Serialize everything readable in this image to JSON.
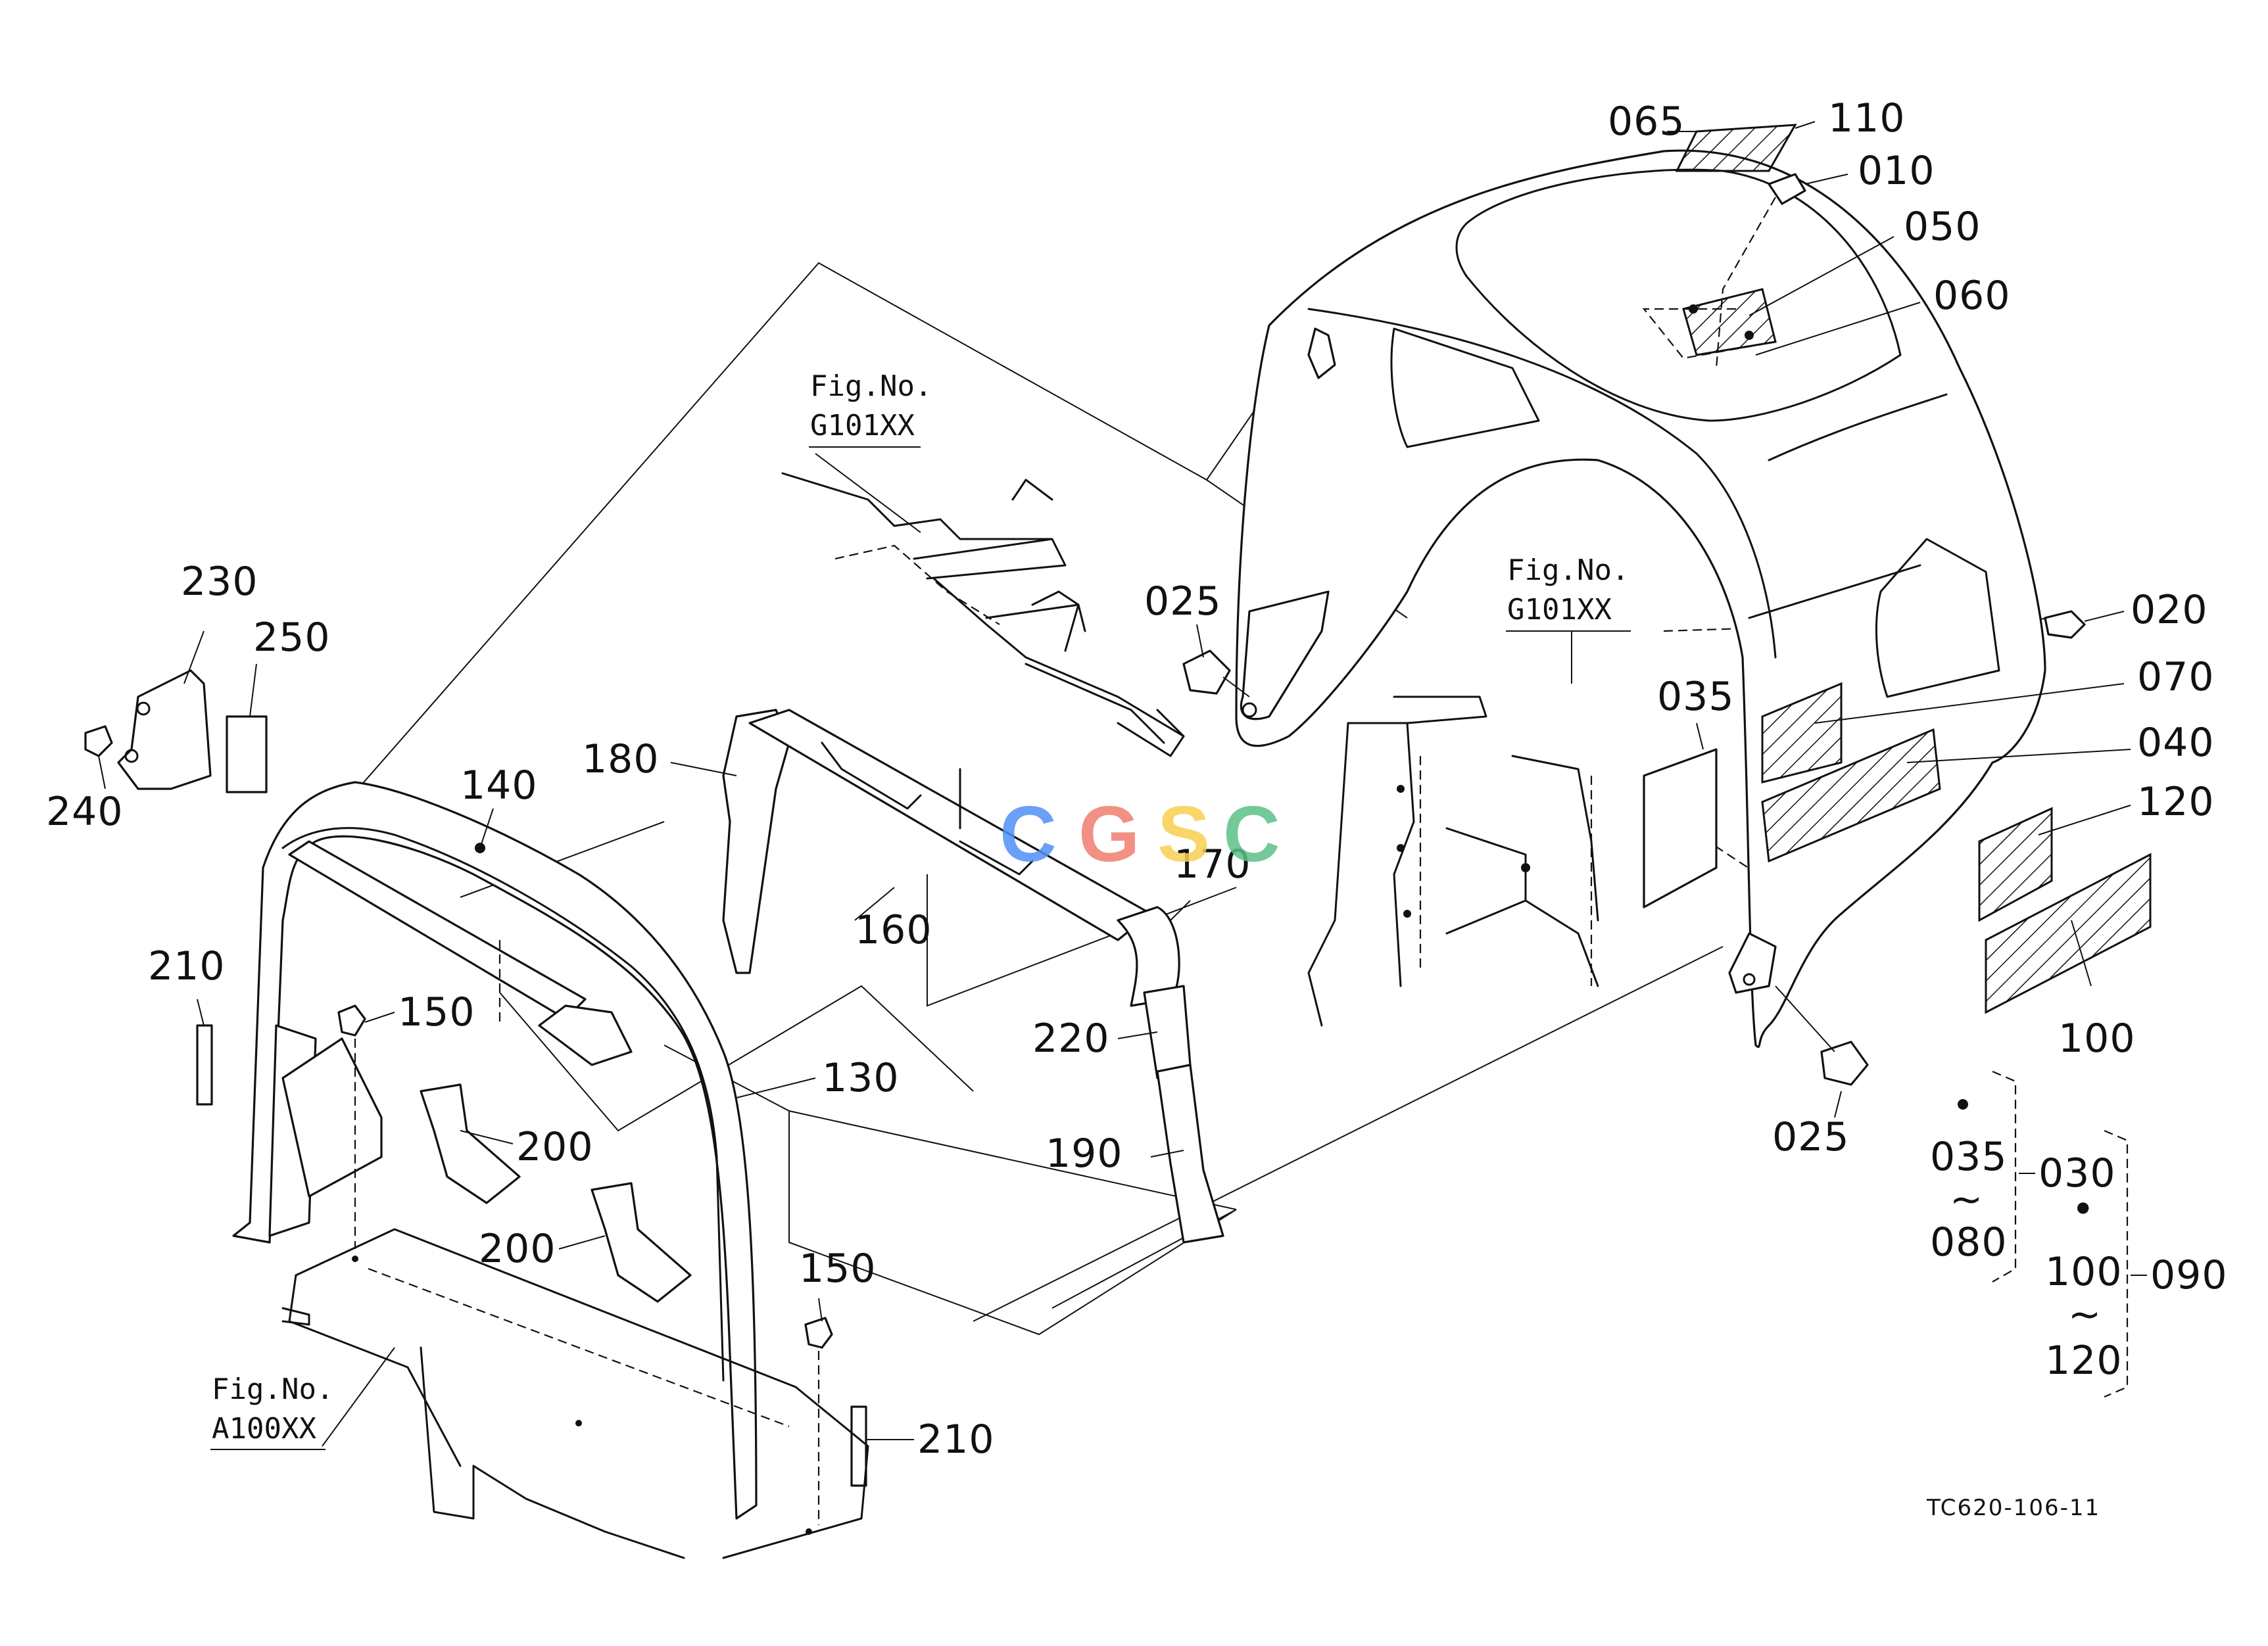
{
  "callouts": {
    "p065": "065",
    "p110": "110",
    "p010": "010",
    "p050": "050",
    "p060": "060",
    "p020": "020",
    "p070": "070",
    "p040": "040",
    "p120": "120",
    "p100": "100",
    "p025_top": "025",
    "p025_bottom": "025",
    "p035": "035",
    "p230": "230",
    "p250": "250",
    "p240": "240",
    "p140": "140",
    "p180": "180",
    "p160": "160",
    "p170": "170",
    "p210_left": "210",
    "p210_right": "210",
    "p150_top": "150",
    "p150_bottom": "150",
    "p130": "130",
    "p220": "220",
    "p190": "190",
    "p200_top": "200",
    "p200_bottom": "200"
  },
  "figure_refs": {
    "fig_top_label": "Fig.No.",
    "fig_top_code": "G101XX",
    "fig_mid_label": "Fig.No.",
    "fig_mid_code": "G101XX",
    "fig_bottom_label": "Fig.No.",
    "fig_bottom_code": "A100XX"
  },
  "kit_groups": {
    "g1_start": "035",
    "g1_tilde": "~",
    "g1_end": "080",
    "g1_kit": "030",
    "g2_dot": "•",
    "g2_start": "100",
    "g2_tilde": "~",
    "g2_end": "120",
    "g2_kit": "090"
  },
  "drawing_code": "TC620-106-11",
  "watermark": {
    "letters": [
      "C",
      "G",
      "S",
      "C"
    ],
    "colors": [
      "#4f8ff7",
      "#f07c6e",
      "#f7cf4f",
      "#5bbf86"
    ]
  }
}
